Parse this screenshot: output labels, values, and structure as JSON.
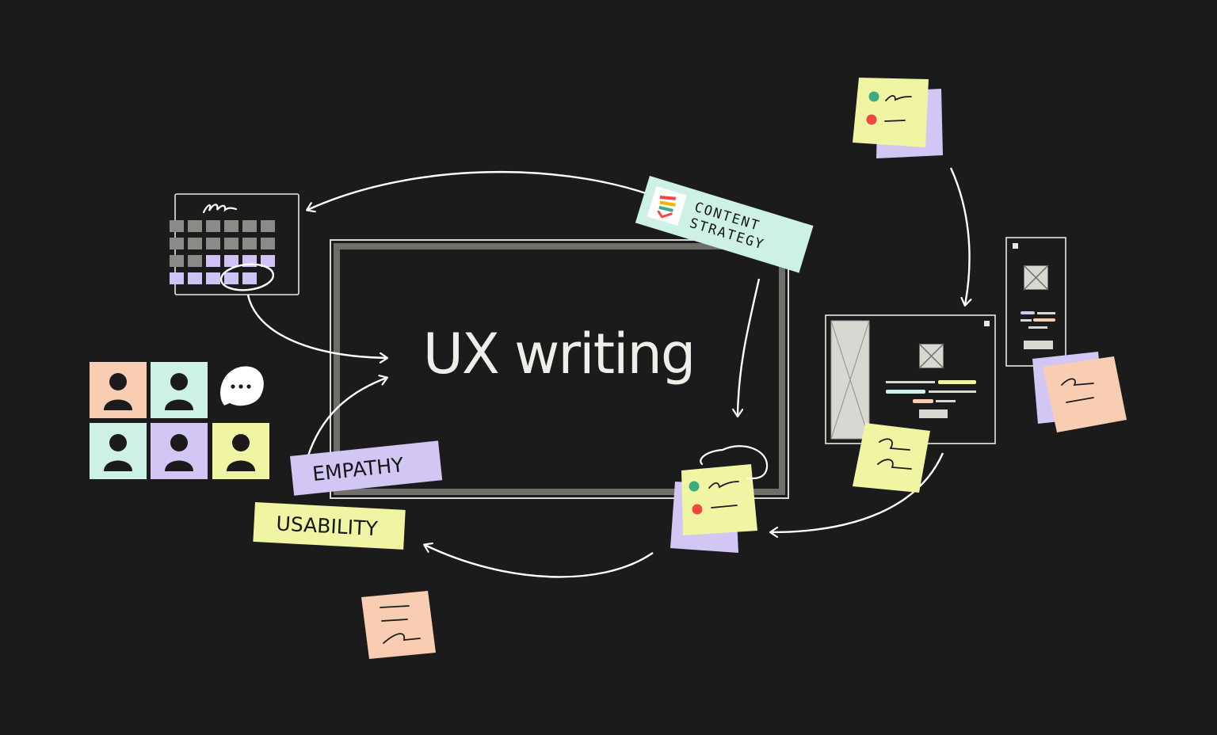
{
  "main": {
    "title": "UX writing"
  },
  "tags": {
    "content_line1": "CONTENT",
    "content_line2": "STRATEGY",
    "empathy": "EMPATHY",
    "usability": "USABILITY"
  },
  "icons": {
    "chat": "speech-bubble-ellipsis",
    "person": "person-silhouette",
    "calendar": "calendar-grid",
    "wireframe": "wireframe-placeholder"
  },
  "colors": {
    "background": "#1b1b1b",
    "peach": "#f9cdb2",
    "mint": "#cdf1e6",
    "lavender": "#d2c7f4",
    "yellow": "#f0f5a4",
    "green_dot": "#3daa80",
    "red_dot": "#f0483e"
  }
}
